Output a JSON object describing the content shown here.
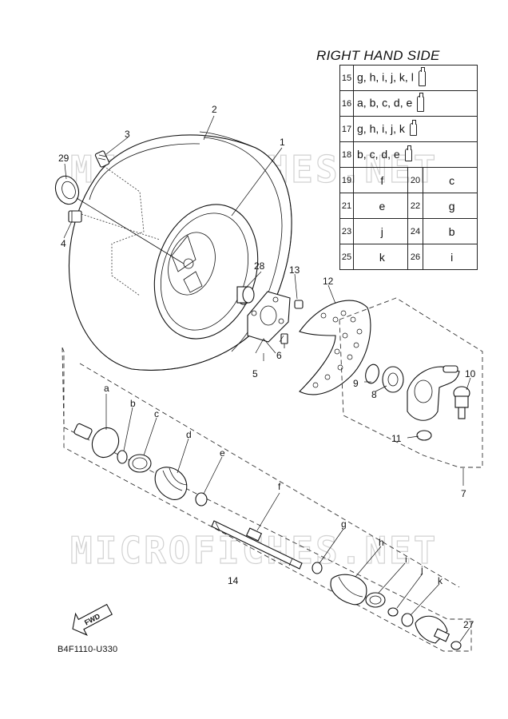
{
  "header": {
    "title": "RIGHT HAND SIDE"
  },
  "legend": {
    "full_rows": [
      {
        "num": "15",
        "value": "g, h, i, j, k, l",
        "icon": "grease-tube-icon"
      },
      {
        "num": "16",
        "value": "a, b, c, d, e",
        "icon": "grease-tube-icon"
      },
      {
        "num": "17",
        "value": "g, h, i, j, k",
        "icon": "grease-tube-small-icon"
      },
      {
        "num": "18",
        "value": "b, c, d, e",
        "icon": "grease-tube-small-icon"
      }
    ],
    "pair_rows": [
      {
        "num_a": "19",
        "val_a": "f",
        "num_b": "20",
        "val_b": "c"
      },
      {
        "num_a": "21",
        "val_a": "e",
        "num_b": "22",
        "val_b": "g"
      },
      {
        "num_a": "23",
        "val_a": "j",
        "num_b": "24",
        "val_b": "b"
      },
      {
        "num_a": "25",
        "val_a": "k",
        "num_b": "26",
        "val_b": "i"
      }
    ]
  },
  "callouts": {
    "n1": "1",
    "n2": "2",
    "n3": "3",
    "n4": "4",
    "n5": "5",
    "n6": "6",
    "n7": "7",
    "n8": "8",
    "n9": "9",
    "n10": "10",
    "n11": "11",
    "n12": "12",
    "n13": "13",
    "n14": "14",
    "n27": "27",
    "n28": "28",
    "n29": "29",
    "a": "a",
    "b": "b",
    "c": "c",
    "d": "d",
    "e": "e",
    "f": "f",
    "g": "g",
    "h": "h",
    "i": "i",
    "j": "j",
    "k": "k"
  },
  "fwd_label": "FWD",
  "watermark": "MICROFICHES.NET",
  "drawing_code": "B4F1110-U330"
}
